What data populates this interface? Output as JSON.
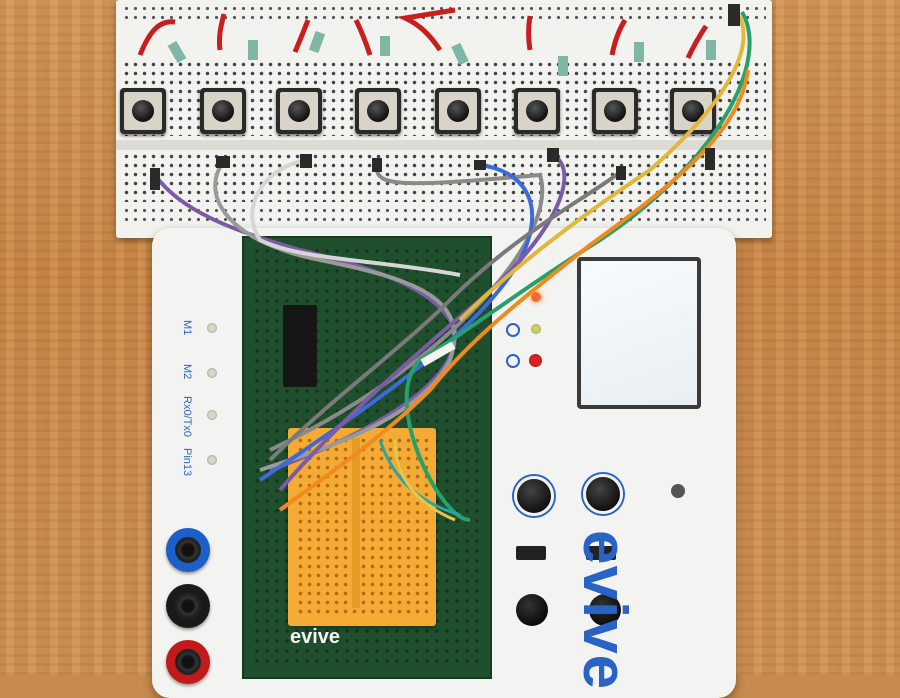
{
  "board": {
    "side_labels": [
      "M1",
      "M2",
      "Rx0/Tx0",
      "Pin13"
    ],
    "brand": "evive",
    "brand_small": "evive"
  },
  "colors": {
    "evive_blue": "#2a63c6",
    "pcb_green": "#1f4f2c",
    "mini_breadboard": "#f4ab35",
    "breadboard": "#f2f2ee",
    "wood": "#c98a4e"
  },
  "components": {
    "push_buttons_count": 8,
    "icons": [
      "push-button",
      "potentiometer",
      "slide-switch",
      "tactile-switch",
      "banana-jack",
      "tft-screen",
      "led"
    ]
  }
}
